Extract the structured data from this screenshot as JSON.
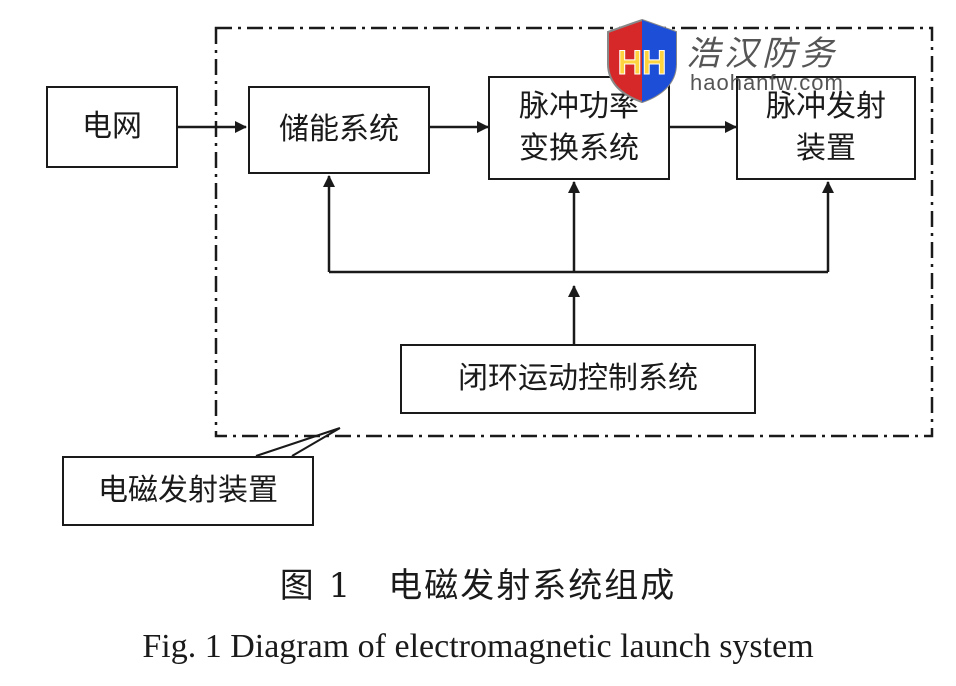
{
  "diagram": {
    "blocks": {
      "grid": "电网",
      "storage": "储能系统",
      "pulse_power_line1": "脉冲功率",
      "pulse_power_line2": "变换系统",
      "launcher_line1": "脉冲发射",
      "launcher_line2": "装置",
      "control": "闭环运动控制系统"
    },
    "callout_label": "电磁发射装置"
  },
  "caption": {
    "cn": "图 1　电磁发射系统组成",
    "en": "Fig. 1   Diagram of electromagnetic launch system"
  },
  "watermark": {
    "logo_letters": "HH",
    "name": "浩汉防务",
    "url": "haohanfw.com",
    "colors": {
      "shield_left": "#d62828",
      "shield_right": "#1d4ed8"
    }
  }
}
